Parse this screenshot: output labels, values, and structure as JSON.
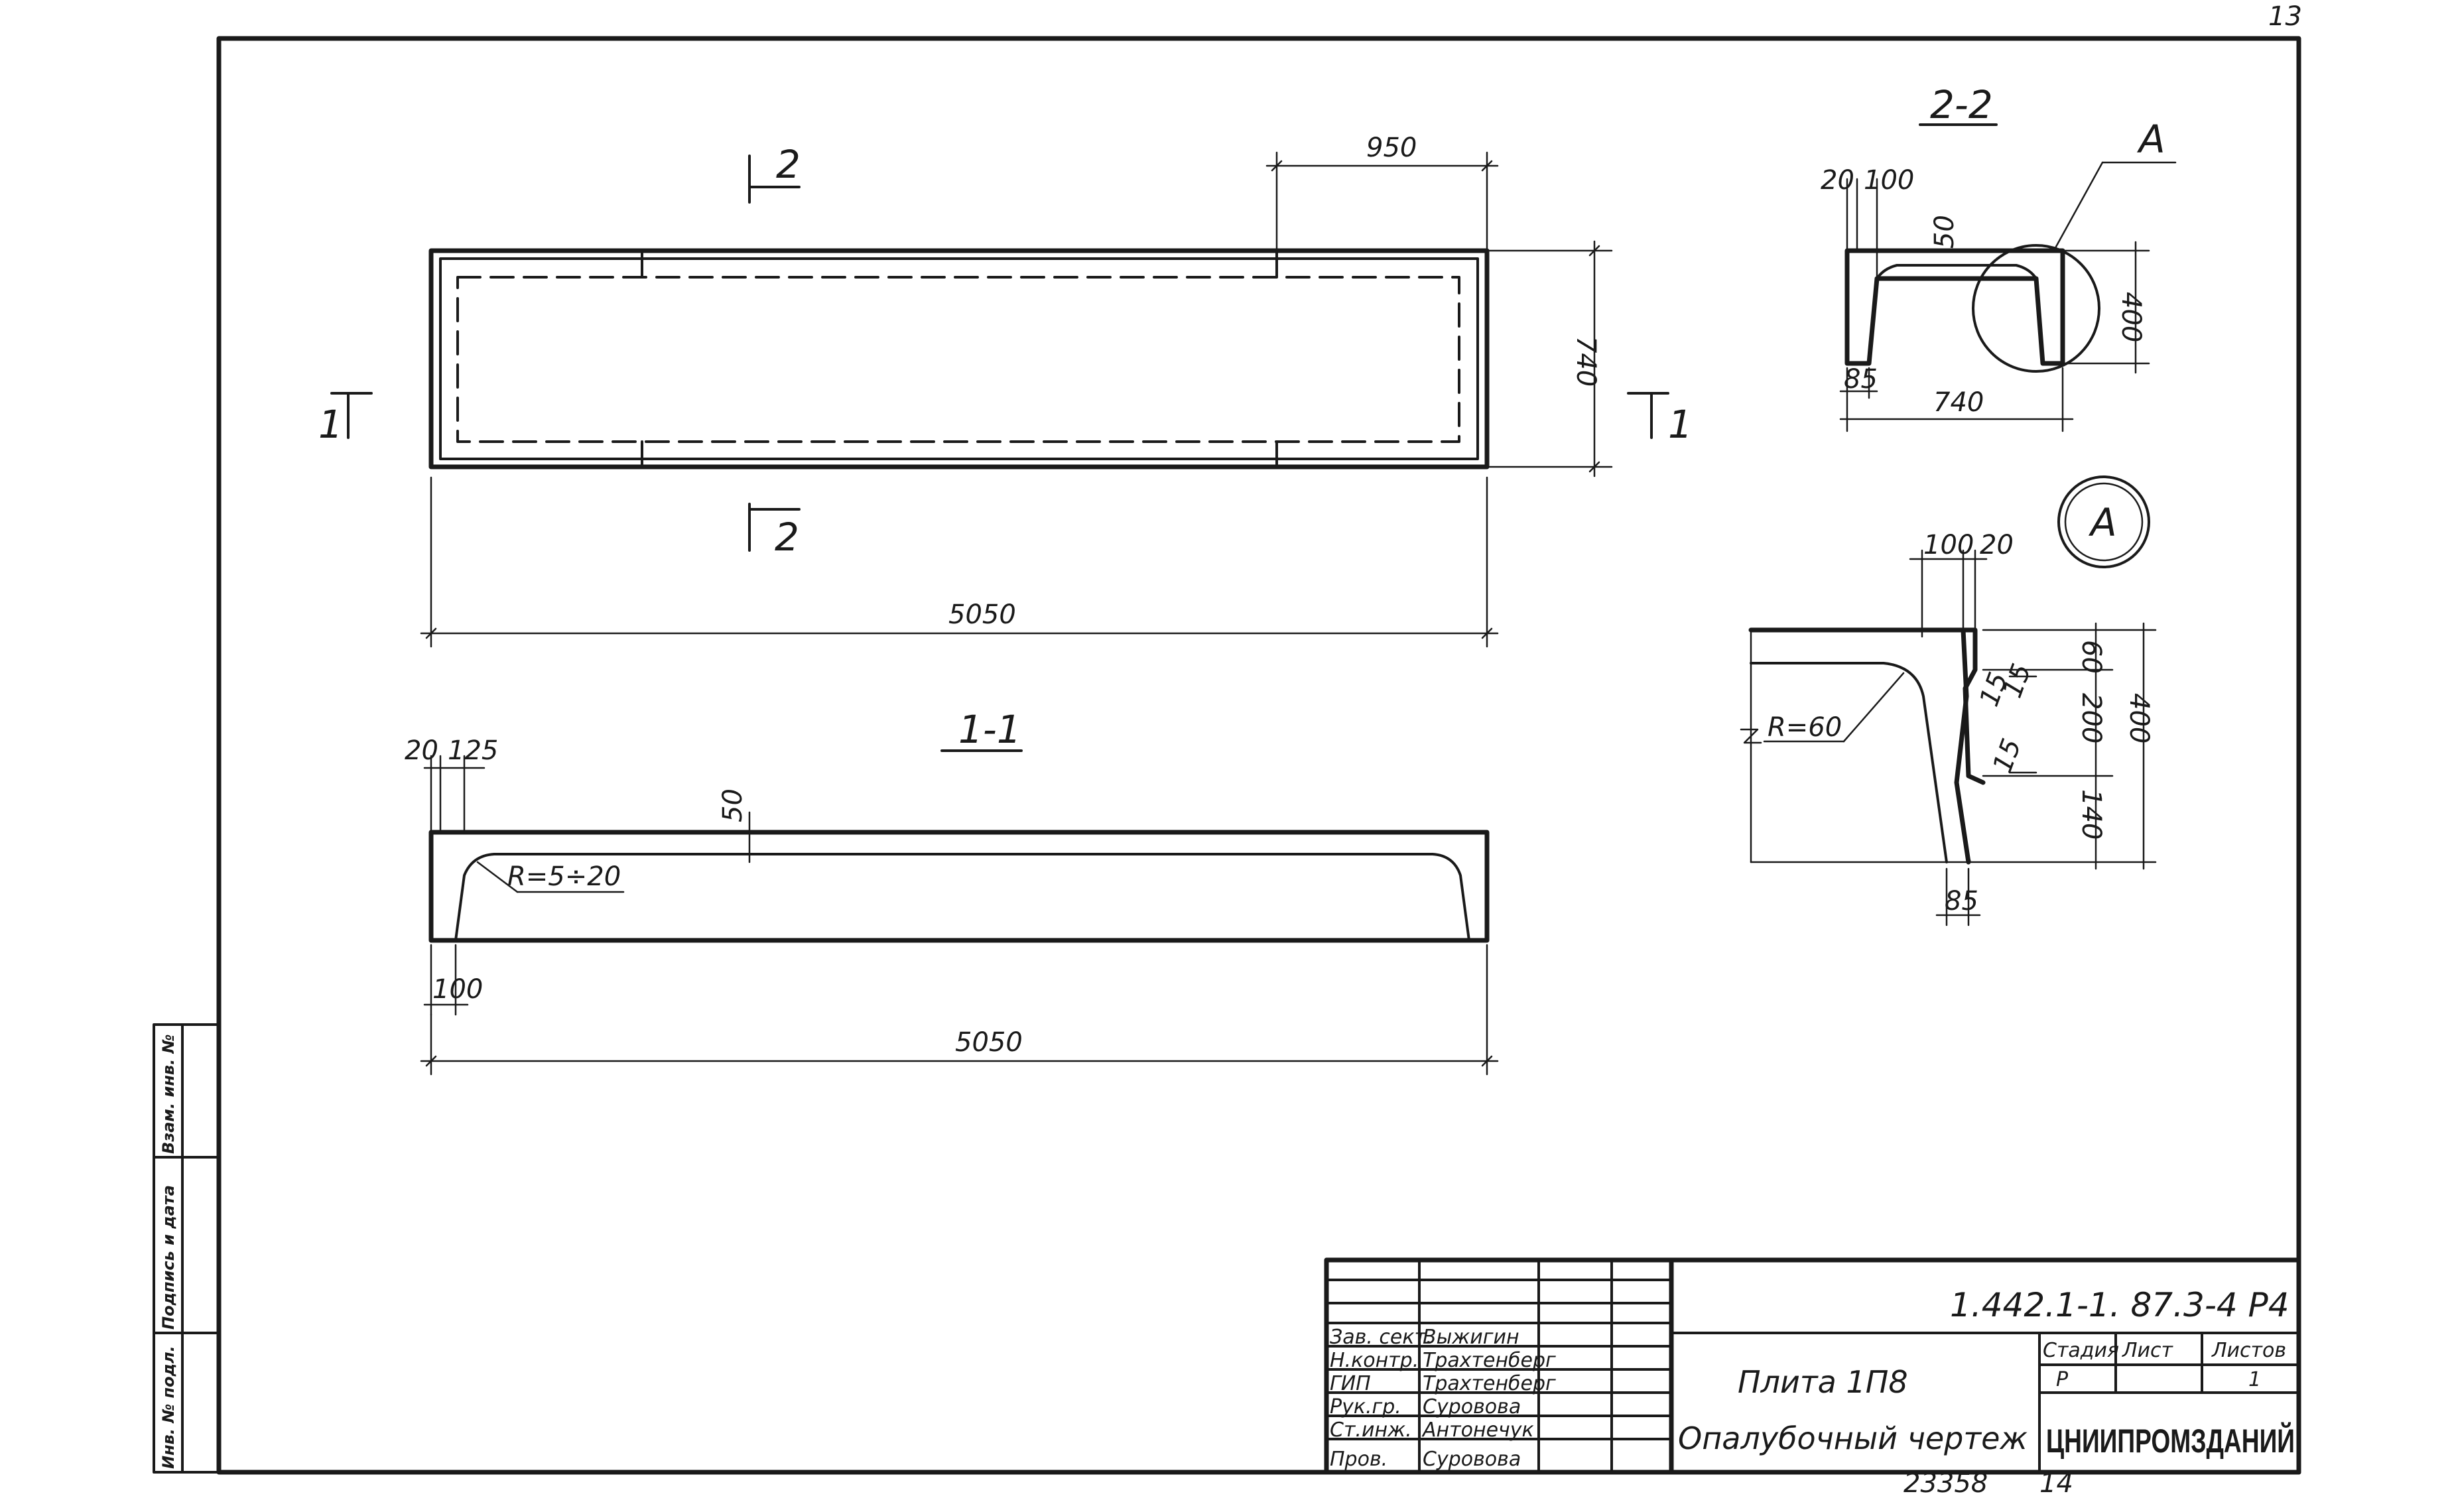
{
  "sheet": {
    "page_mark": "13"
  },
  "plan": {
    "dim_length": "5050",
    "dim_width": "740",
    "dim_950": "950",
    "cut_1_left": "1",
    "cut_1_right": "1",
    "cut_2_top": "2",
    "cut_2_bottom": "2"
  },
  "section_1_1": {
    "title": "1-1",
    "dim_20": "20",
    "dim_125": "125",
    "dim_50": "50",
    "radius": "R=5÷20",
    "dim_100": "100",
    "dim_length": "5050"
  },
  "section_2_2": {
    "title": "2-2",
    "callout": "A",
    "dim_20": "20",
    "dim_100": "100",
    "dim_50": "50",
    "dim_400": "400",
    "dim_85": "85",
    "dim_740": "740"
  },
  "detail_a": {
    "label": "A",
    "dim_100": "100",
    "dim_20": "20",
    "dim_60": "60",
    "dim_15a": "15",
    "dim_15b": "15",
    "dim_15c": "15",
    "dim_200": "200",
    "dim_140": "140",
    "dim_400": "400",
    "radius": "R=60",
    "dim_85": "85"
  },
  "side_stamp": {
    "col1": "Инв. № подл.",
    "col2": "Подпись и дата",
    "col3": "Взам. инв. №"
  },
  "title_block": {
    "doc_code": "1.442.1-1. 87.3-4 Р4",
    "product": "Плита 1П8",
    "sheet_name": "Опалубочный чертеж",
    "org": "ЦНИИПРОМЗДАНИЙ",
    "stage_header": "Стадия",
    "sheet_header": "Лист",
    "sheets_header": "Листов",
    "stage_value": "Р",
    "sheets_value": "1",
    "roles": [
      {
        "role": "Зав. сект.",
        "name": "Выжигин"
      },
      {
        "role": "Н.контр.",
        "name": "Трахтенберг"
      },
      {
        "role": "ГИП",
        "name": "Трахтенберг"
      },
      {
        "role": "Рук.гр.",
        "name": "Суровова"
      },
      {
        "role": "Ст.инж.",
        "name": "Антонечук"
      },
      {
        "role": "Пров.",
        "name": "Суровова"
      }
    ],
    "archive_no": "23358",
    "format_no": "14"
  }
}
